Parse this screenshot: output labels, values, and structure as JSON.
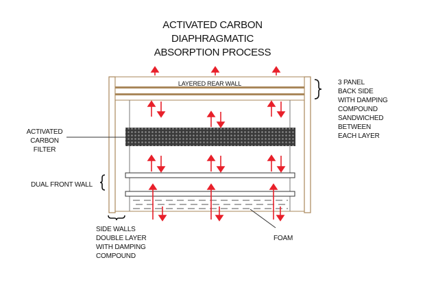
{
  "title": [
    "ACTIVATED CARBON",
    "DIAPHRAGMATIC",
    "ABSORPTION PROCESS"
  ],
  "labels": {
    "rear_wall": "LAYERED REAR WALL",
    "back_side": [
      "3 PANEL",
      "BACK SIDE",
      "WITH DAMPING",
      "COMPOUND",
      "SANDWICHED",
      "BETWEEN",
      "EACH LAYER"
    ],
    "carbon_filter": [
      "ACTIVATED",
      "CARBON",
      "FILTER"
    ],
    "dual_front_wall": "DUAL FRONT WALL",
    "side_walls": [
      "SIDE WALLS",
      "DOUBLE LAYER",
      "WITH DAMPING",
      "COMPOUND"
    ],
    "foam": "FOAM"
  },
  "colors": {
    "wood": "#a9875a",
    "arrow": "#e8202a",
    "filter": "#3a3a3a",
    "line": "#333333"
  }
}
